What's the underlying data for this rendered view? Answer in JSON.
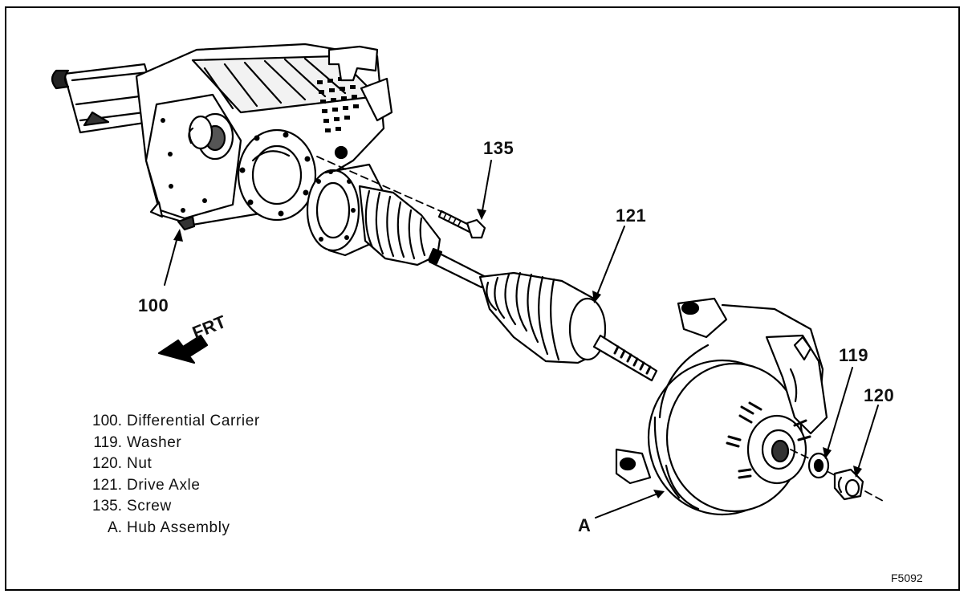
{
  "callouts": {
    "c100": "100",
    "c135": "135",
    "c121": "121",
    "c119": "119",
    "c120": "120",
    "cA": "A"
  },
  "direction_label": "FRT",
  "legend": [
    {
      "num": "100.",
      "label": "Differential Carrier"
    },
    {
      "num": "119.",
      "label": "Washer"
    },
    {
      "num": "120.",
      "label": "Nut"
    },
    {
      "num": "121.",
      "label": "Drive Axle"
    },
    {
      "num": "135.",
      "label": "Screw"
    },
    {
      "num": "A.",
      "label": "Hub Assembly"
    }
  ],
  "figure_id": "F5092"
}
